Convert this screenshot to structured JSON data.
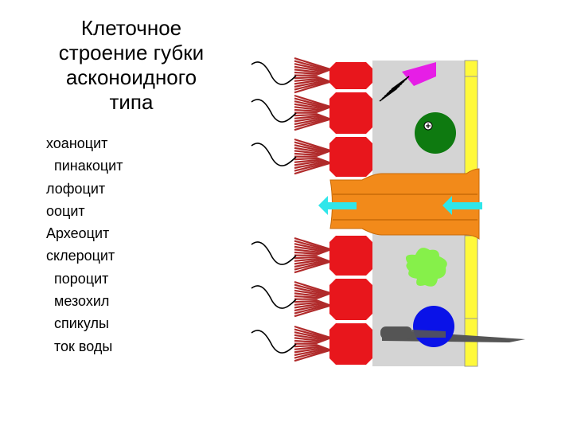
{
  "title": "Клеточное\nстроение губки\nасконоидного\nтипа",
  "legend": [
    {
      "label": "хоаноцит",
      "indent": false
    },
    {
      "label": "пинакоцит",
      "indent": true
    },
    {
      "label": "лофоцит",
      "indent": false
    },
    {
      "label": "ооцит",
      "indent": false
    },
    {
      "label": "Археоцит",
      "indent": false
    },
    {
      "label": "склероцит",
      "indent": false
    },
    {
      "label": "пороцит",
      "indent": true
    },
    {
      "label": "мезохил",
      "indent": true
    },
    {
      "label": "спикулы",
      "indent": true
    },
    {
      "label": "ток воды",
      "indent": true
    }
  ],
  "colors": {
    "choanocyte": "#e8161c",
    "collar": "#b02a2a",
    "mesohyl": "#d4d4d4",
    "pinacocyte": "#fff93b",
    "porocyte": "#f28a1a",
    "water_arrow": "#2fe6ea",
    "oocyte": "#0e7a10",
    "lophocyte": "#e61ee6",
    "archaeocyte": "#86f04a",
    "sclerocyte": "#0a12e8",
    "spicule": "#555555",
    "flagellum": "#000000"
  }
}
